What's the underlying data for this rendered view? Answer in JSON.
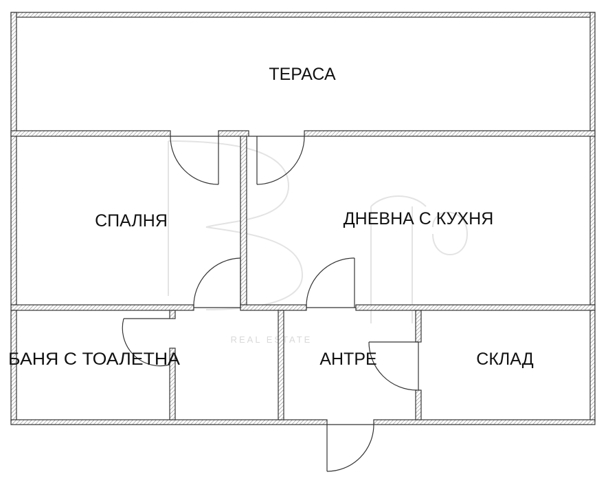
{
  "floor_plan": {
    "rooms": [
      {
        "id": "terrace",
        "label": "ТЕРАСА"
      },
      {
        "id": "bedroom",
        "label": "СПАЛНЯ"
      },
      {
        "id": "living",
        "label": "ДНЕВНА С КУХНЯ"
      },
      {
        "id": "bathroom",
        "label": "БАНЯ С ТОАЛЕТНА"
      },
      {
        "id": "hall",
        "label": "АНТРЕ"
      },
      {
        "id": "storage",
        "label": "СКЛАД"
      }
    ],
    "watermark": {
      "text": "REAL ESTATE"
    },
    "colors": {
      "wall_stroke": "#333333",
      "hatch": "#8a8a8a",
      "background": "#ffffff",
      "label": "#111111",
      "watermark": "#d9d9d9"
    }
  }
}
